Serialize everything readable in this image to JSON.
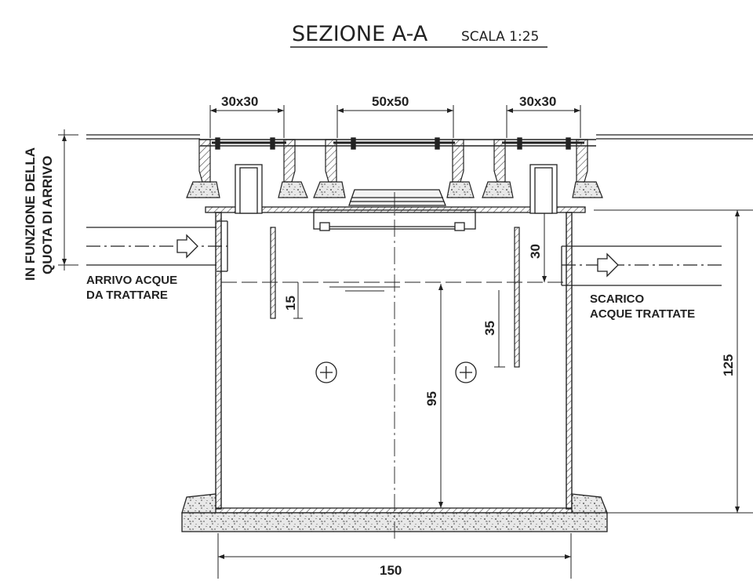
{
  "title": {
    "main": "SEZIONE A-A",
    "scale": "SCALA 1:25"
  },
  "dimensions": {
    "cover_left": "30x30",
    "cover_center": "50x50",
    "cover_right": "30x30",
    "inlet_drop": "15",
    "outlet_drop": "30",
    "baffle_depth": "35",
    "water_depth": "95",
    "total_height": "125",
    "width": "150"
  },
  "labels": {
    "side_line1": "IN FUNZIONE DELLA",
    "side_line2": "QUOTA DI ARRIVO",
    "inlet_line1": "ARRIVO ACQUE",
    "inlet_line2": "DA TRATTARE",
    "outlet_line1": "SCARICO",
    "outlet_line2": "ACQUE TRATTATE"
  },
  "colors": {
    "ink": "#222222",
    "hatch": "#555555",
    "concrete": "#e4e4e4"
  }
}
